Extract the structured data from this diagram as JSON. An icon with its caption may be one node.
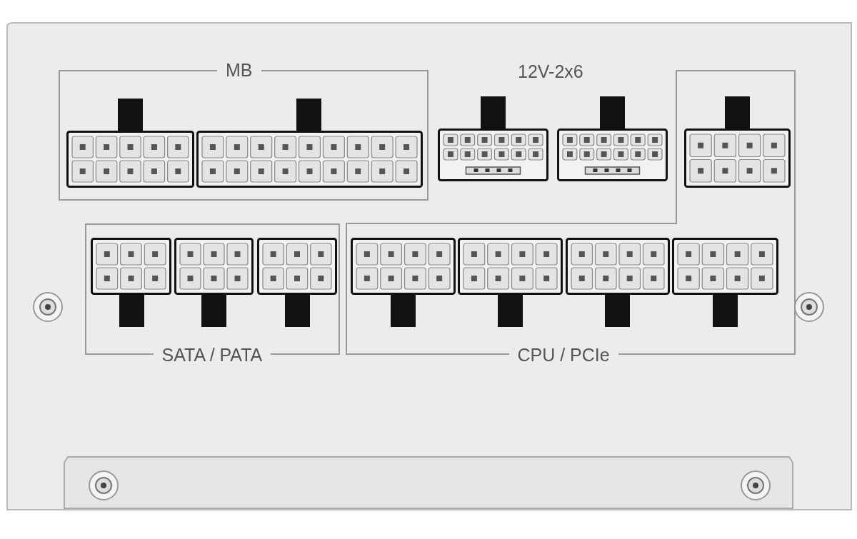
{
  "diagram": {
    "nodes": [
      {
        "text": [
          "MB"
        ]
      },
      {
        "text": [],
        "shape": "box",
        "in": 0
      },
      {
        "text": [],
        "shape": "box",
        "in": 0
      },
      {
        "text": [],
        "shape": "box"
      },
      {
        "text": [],
        "shape": "box"
      },
      {
        "text": [
          "CPU / PCIe"
        ]
      },
      {
        "text": [],
        "shape": "box",
        "in": 5
      },
      {
        "text": [
          "SATA / PATA"
        ]
      },
      {
        "text": [],
        "shape": "box",
        "in": 7
      },
      {
        "text": [],
        "shape": "box",
        "in": 7
      },
      {
        "text": [],
        "shape": "box",
        "in": 7
      },
      {
        "text": [],
        "shape": "box",
        "in": 5
      },
      {
        "text": [],
        "shape": "box",
        "in": 5
      },
      {
        "text": [],
        "shape": "box",
        "in": 5
      },
      {
        "text": [],
        "shape": "box",
        "in": 5
      }
    ],
    "labels": [
      "12V-2x6"
    ]
  }
}
